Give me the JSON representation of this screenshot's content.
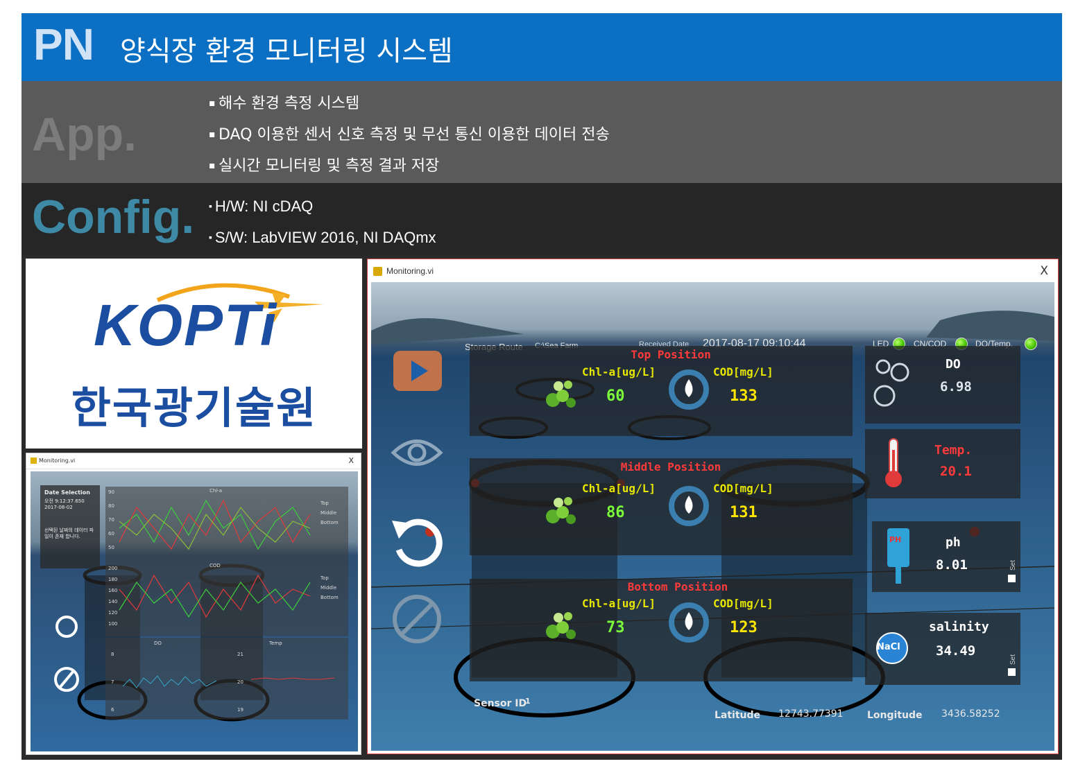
{
  "header": {
    "logo_text": "PN",
    "title": "양식장 환경 모니터링 시스템"
  },
  "app_section": {
    "label": "App.",
    "bullets": [
      "해수 환경 측정 시스템",
      "DAQ 이용한 센서 신호 측정 및 무선 통신 이용한 데이터 전송",
      "실시간 모니터링 및 측정 결과 저장"
    ]
  },
  "config_section": {
    "label": "Config.",
    "bullets": [
      "H/W: NI cDAQ",
      "S/W: LabVIEW 2016, NI DAQmx"
    ]
  },
  "logo": {
    "brand": "KOPTi",
    "korean_name": "한국광기술원"
  },
  "small_window": {
    "title": "Monitoring.vi",
    "close": "X",
    "date_selection": {
      "heading": "Date Selection",
      "time": "오전 9:12:37.650",
      "date": "2017-08-02",
      "message": "선택된 날짜의 데이터 파일이 존재 합니다."
    },
    "charts": {
      "chl_title": "Chl-a",
      "cod_title": "COD",
      "do_title": "DO",
      "temp_title": "Temp",
      "legend": [
        "Top",
        "Middle",
        "Bottom"
      ],
      "chl_ticks": [
        "90",
        "80",
        "70",
        "60",
        "50"
      ],
      "cod_ticks": [
        "200",
        "180",
        "160",
        "140",
        "120",
        "100"
      ],
      "do_ticks": [
        "8",
        "7",
        "6"
      ],
      "temp_ticks": [
        "21",
        "20",
        "19"
      ]
    }
  },
  "big_window": {
    "title": "Monitoring.vi",
    "close": "X",
    "storage_route_label": "Storage Route",
    "storage_route_value": "C:\\Sea Farm",
    "received_date_label": "Received Date",
    "received_date_value": "2017-08-17 09:10:44",
    "indicators": [
      "LED",
      "CN/COD",
      "DO/Temp."
    ],
    "positions": [
      {
        "title": "Top Position",
        "chl_label": "Chl-a[ug/L]",
        "chl_value": "60",
        "cod_label": "COD[mg/L]",
        "cod_value": "133"
      },
      {
        "title": "Middle Position",
        "chl_label": "Chl-a[ug/L]",
        "chl_value": "86",
        "cod_label": "COD[mg/L]",
        "cod_value": "131"
      },
      {
        "title": "Bottom Position",
        "chl_label": "Chl-a[ug/L]",
        "chl_value": "73",
        "cod_label": "COD[mg/L]",
        "cod_value": "123"
      }
    ],
    "sensors": {
      "do_label": "DO",
      "do_value": "6.98",
      "temp_label": "Temp.",
      "temp_value": "20.1",
      "ph_label": "ph",
      "ph_value": "8.01",
      "ph_icon_text": "PH",
      "salinity_label": "salinity",
      "salinity_value": "34.49",
      "nacl_icon_text": "NaCl",
      "set_label": "Set"
    },
    "sensor_id_label": "Sensor ID",
    "sensor_id_value": "1",
    "latitude_label": "Latitude",
    "latitude_value": "12743.77391",
    "longitude_label": "Longitude",
    "longitude_value": "3436.58252"
  },
  "colors": {
    "title_bar": "#0b6fc3",
    "app_bar": "#5a5a5a",
    "config_bar": "#262626",
    "config_label": "#3e8aa6",
    "brand_blue": "#1b4ea1",
    "value_yellow": "#ffe600",
    "value_green": "#7cff3a",
    "value_red": "#ff3a3a"
  }
}
